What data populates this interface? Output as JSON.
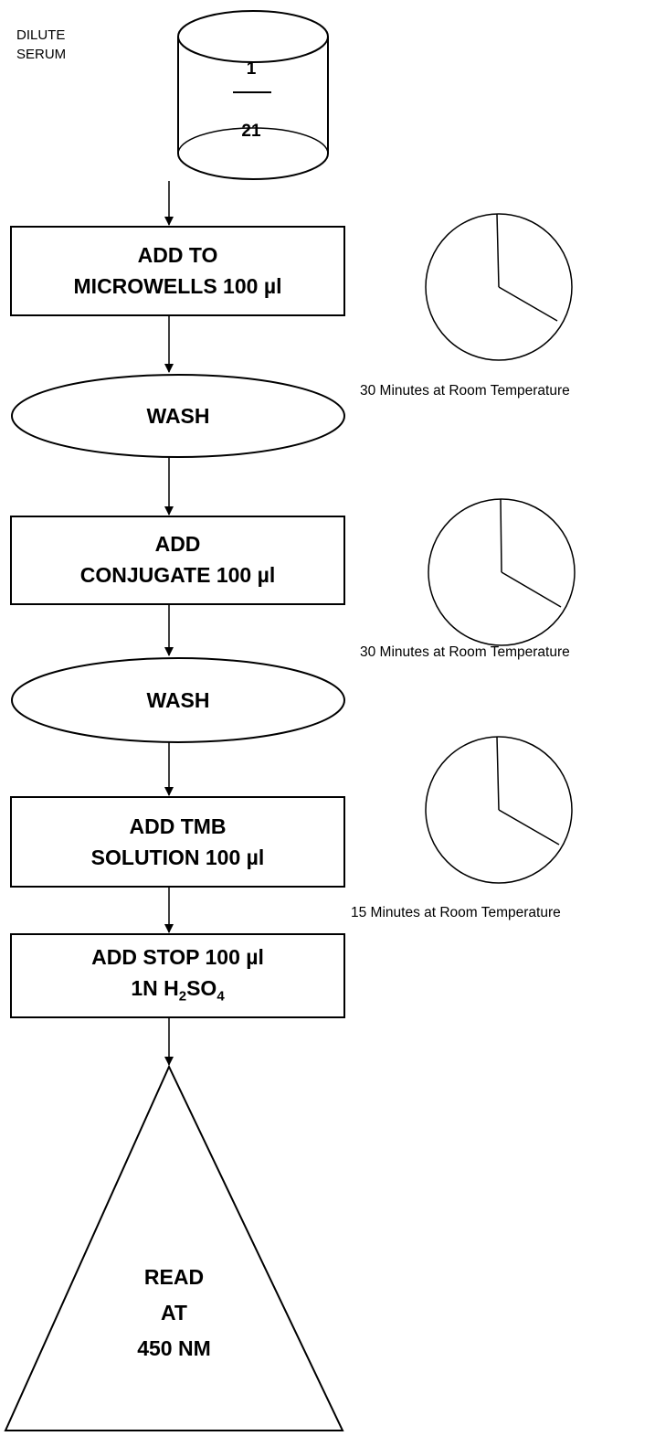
{
  "diagram": {
    "sample_label_line1": "DILUTE",
    "sample_label_line2": "SERUM",
    "dilution_numerator": "1",
    "dilution_denominator": "21",
    "steps": [
      {
        "line1": "ADD TO",
        "line2": "MICROWELLS 100 µl"
      },
      {
        "line1": "WASH"
      },
      {
        "line1": "ADD",
        "line2": "CONJUGATE 100 µl"
      },
      {
        "line1": "WASH"
      },
      {
        "line1": "ADD TMB",
        "line2": "SOLUTION 100 µl"
      },
      {
        "line1": "ADD STOP 100 µl",
        "line2_prefix": "1N H",
        "line2_sub1": "2",
        "line2_mid": "SO",
        "line2_sub2": "4"
      },
      {
        "line1": "READ",
        "line2": "AT",
        "line3": "450 NM"
      }
    ],
    "timers": [
      {
        "caption": "30 Minutes at Room Temperature"
      },
      {
        "caption": "30 Minutes at Room Temperature"
      },
      {
        "caption": "15 Minutes at Room Temperature"
      }
    ]
  }
}
